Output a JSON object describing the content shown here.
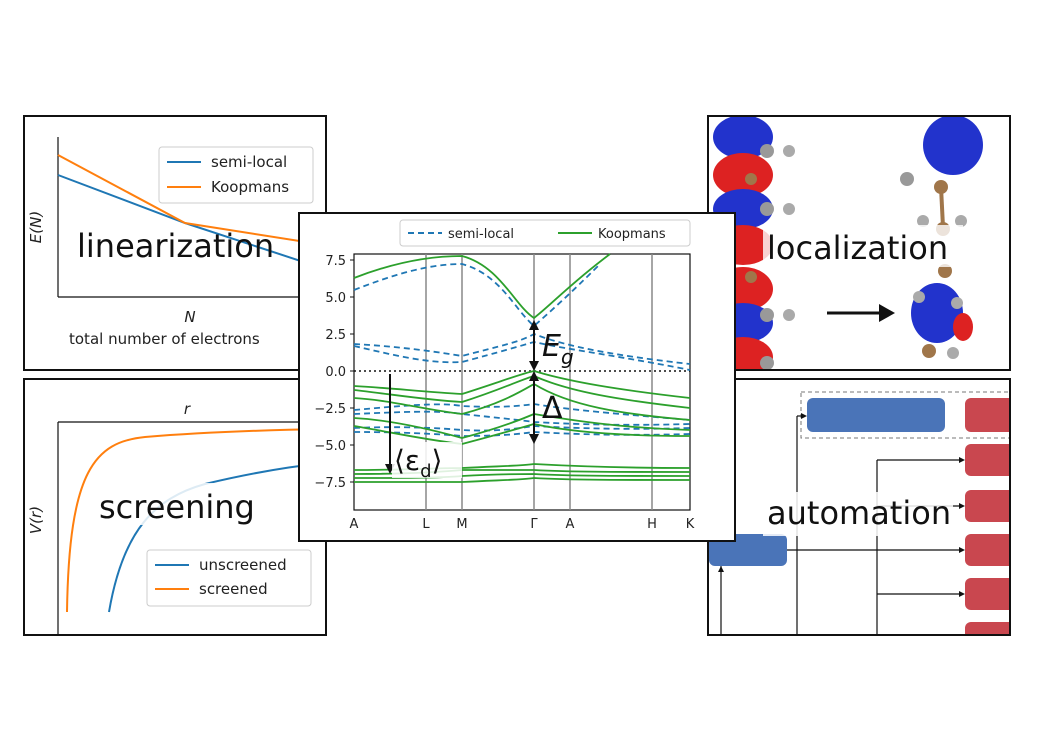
{
  "colors": {
    "semi_local": "#1f77b4",
    "koopmans_orange": "#ff7f0e",
    "koopmans_green": "#2ca02c",
    "block_blue": "#4a74b8",
    "block_red": "#c9474f"
  },
  "panels": {
    "linearization": {
      "word": "linearization",
      "ylabel": "E(N)",
      "xlabel_symbol": "N",
      "xlabel": "total number of electrons",
      "legend": [
        "semi-local",
        "Koopmans"
      ]
    },
    "screening": {
      "word": "screening",
      "ylabel": "V(r)",
      "xlabel_top": "r",
      "legend": [
        "unscreened",
        "screened"
      ]
    },
    "localization": {
      "word": "localization"
    },
    "automation": {
      "word": "automation"
    },
    "bands": {
      "legend": [
        "semi-local",
        "Koopmans"
      ],
      "yticks": [
        "7.5",
        "5.0",
        "2.5",
        "0.0",
        "−2.5",
        "−5.0",
        "−7.5"
      ],
      "xticks": [
        "A",
        "L",
        "M",
        "Γ",
        "A",
        "H",
        "K"
      ],
      "annot_gap": "E",
      "annot_gap_sub": "g",
      "annot_delta": "Δ",
      "annot_eps": "⟨ε",
      "annot_eps_sub": "d",
      "annot_eps_close": "⟩"
    }
  }
}
